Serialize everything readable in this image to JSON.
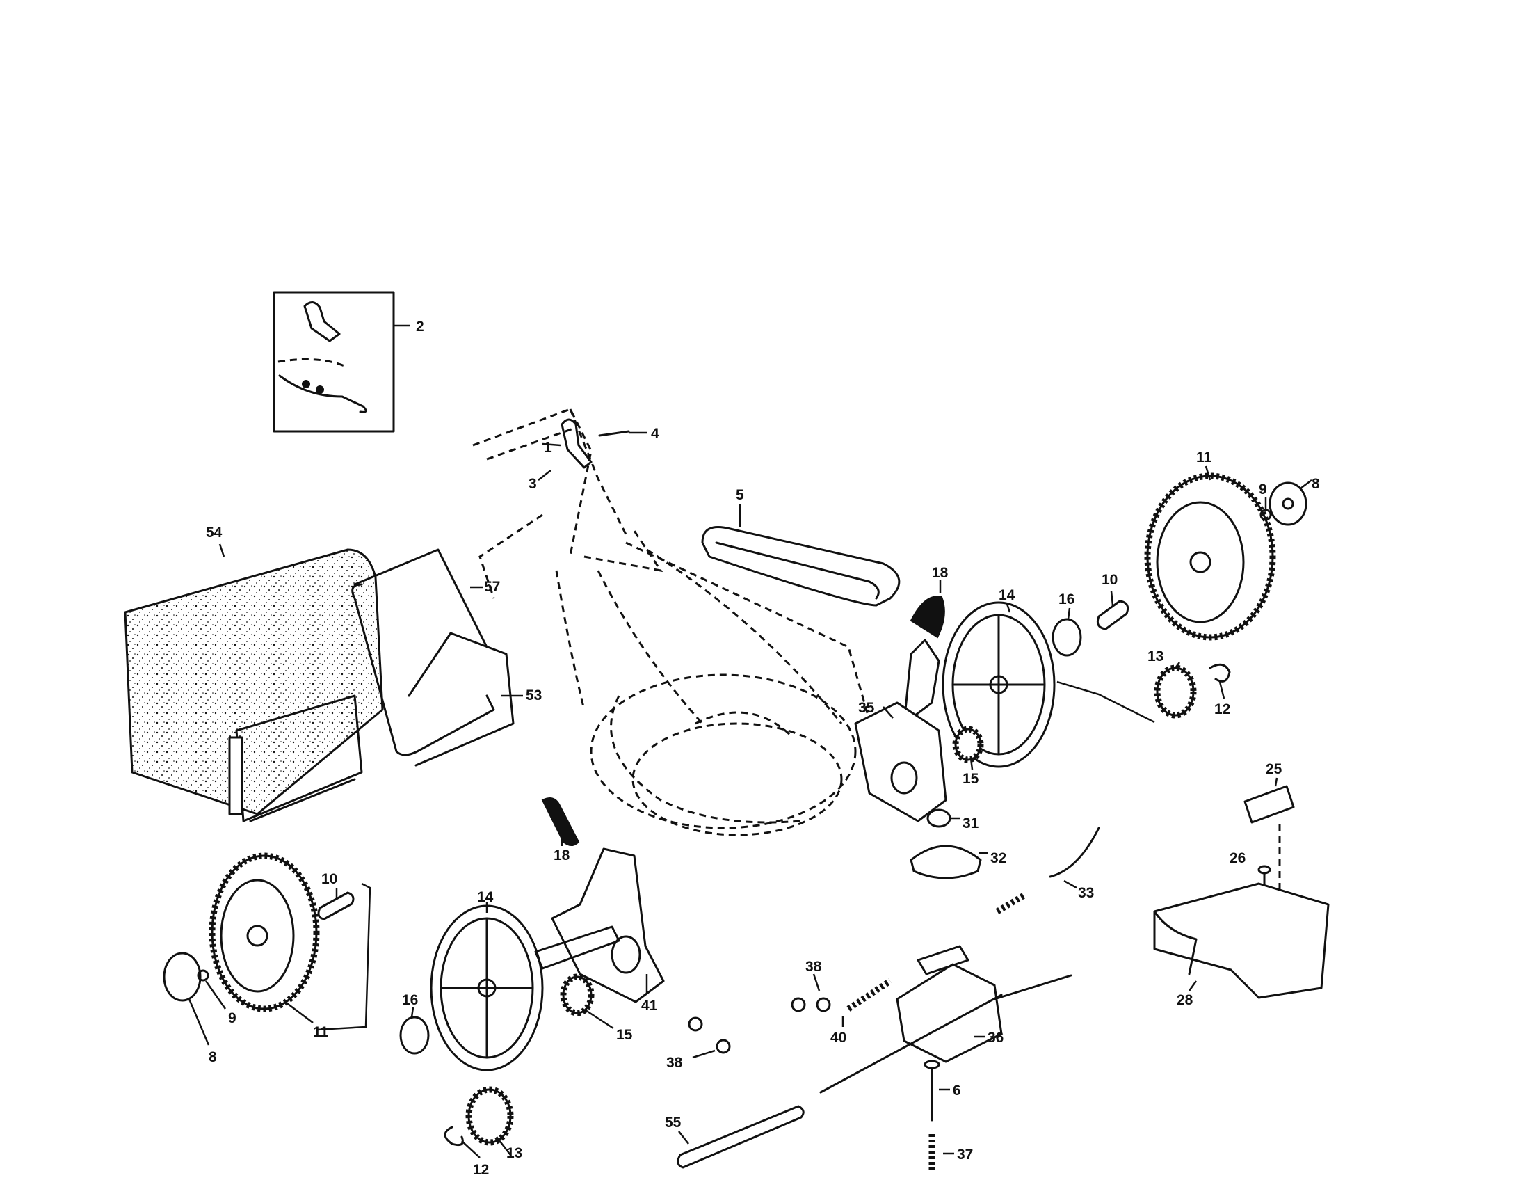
{
  "callouts": {
    "p1": "1",
    "p2": "2",
    "p3": "3",
    "p4": "4",
    "p5": "5",
    "p6": "6",
    "p8a": "8",
    "p8b": "8",
    "p9a": "9",
    "p9b": "9",
    "p10a": "10",
    "p10b": "10",
    "p11a": "11",
    "p11b": "11",
    "p12a": "12",
    "p12b": "12",
    "p13a": "13",
    "p13b": "13",
    "p14a": "14",
    "p14b": "14",
    "p15a": "15",
    "p15b": "15",
    "p16a": "16",
    "p16b": "16",
    "p18a": "18",
    "p18b": "18",
    "p25": "25",
    "p26": "26",
    "p28": "28",
    "p31": "31",
    "p32": "32",
    "p33": "33",
    "p35": "35",
    "p36": "36",
    "p37": "37",
    "p38a": "38",
    "p38b": "38",
    "p40": "40",
    "p41": "41",
    "p53": "53",
    "p54": "54",
    "p55": "55",
    "p57": "57"
  }
}
